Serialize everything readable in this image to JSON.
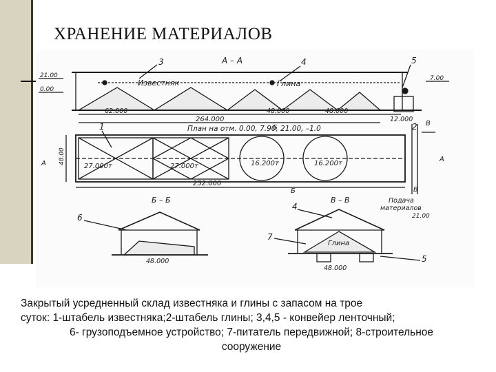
{
  "slide": {
    "title": "ХРАНЕНИЕ МАТЕРИАЛОВ",
    "caption": {
      "line1": "Закрытый усредненный склад известняка и глины с запасом на трое",
      "line2_bold": "суток",
      "line2_rest": ": 1-штабель известняка;2-штабель глины; 3,4,5 - конвейер ленточный;",
      "line3": "6- грузоподъемное устройство; 7-питатель передвижной; 8-строительное",
      "line4": "сооружение"
    }
  },
  "drawing": {
    "section_aa": "А – А",
    "plan_label": "План на отм. 0.00, 7.90, 21.00, –1.0",
    "section_bb": "Б – Б",
    "section_vv": "В – В",
    "material_limestone": "Известняк",
    "material_clay": "Глина",
    "clay_vv": "Глина",
    "supply_label": "Подача",
    "supply_label2": "материалов",
    "callouts": [
      "3",
      "4",
      "5",
      "1",
      "2",
      "6",
      "4",
      "7",
      "5",
      "6",
      "7"
    ],
    "letters": [
      "Б",
      "Б",
      "В",
      "В",
      "А",
      "А"
    ],
    "dims": {
      "h2100": "21.00",
      "h000": "0.00",
      "h700": "7.00",
      "d62000": "62.000",
      "d264000": "264.000",
      "d48000a": "48.000",
      "d48000b": "48.000",
      "d12000": "12.000",
      "p27000a": "27.000т",
      "p27000b": "27.000т",
      "p16200a": "16.200т",
      "p16200b": "16.200т",
      "d252000": "252.000",
      "w4800": "48.00",
      "d48000bb": "48.000",
      "d48000vv": "48.000",
      "h2100b": "21.00"
    }
  }
}
